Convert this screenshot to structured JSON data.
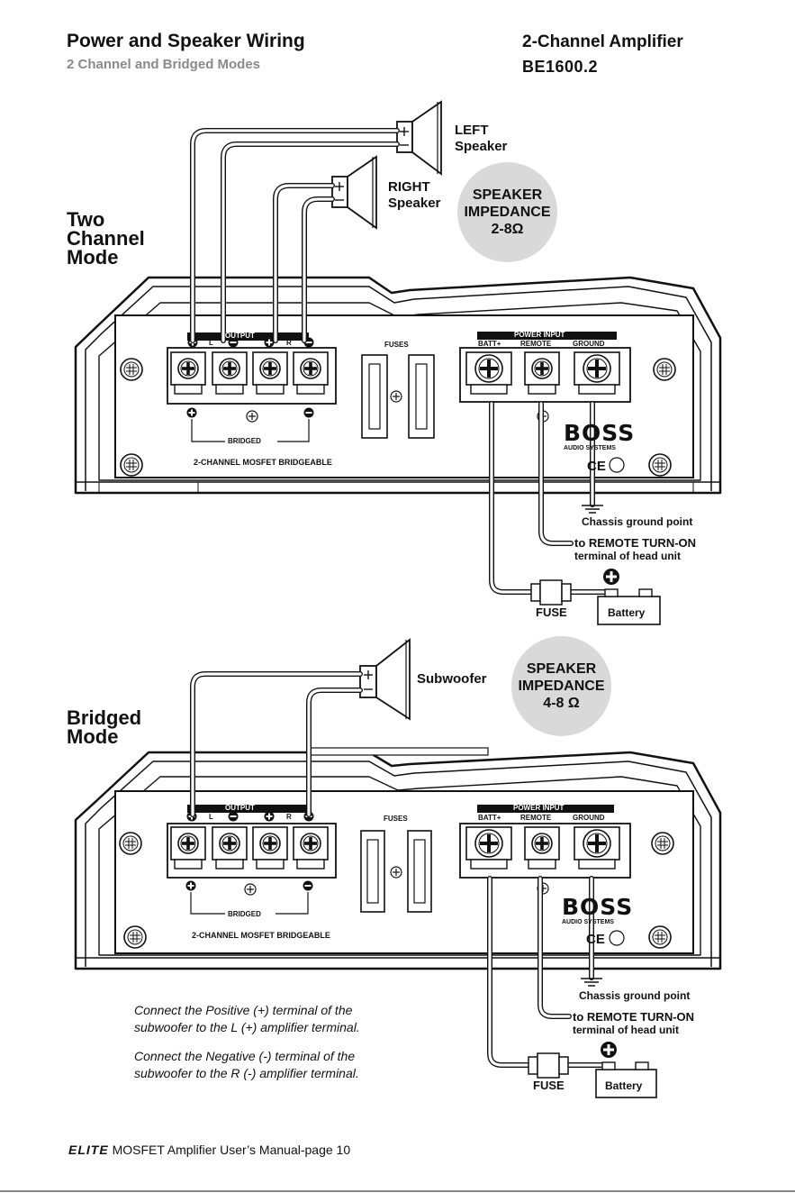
{
  "header": {
    "title": "Power and Speaker Wiring",
    "subtitle": "2 Channel and Bridged Modes",
    "product": "2-Channel Amplifier",
    "model": "BE1600.2"
  },
  "two_channel": {
    "mode_line1": "Two",
    "mode_line2": "Channel",
    "mode_line3": "Mode",
    "left_speaker_line1": "LEFT",
    "left_speaker_line2": "Speaker",
    "right_speaker_line1": "RIGHT",
    "right_speaker_line2": "Speaker",
    "impedance_line1": "SPEAKER",
    "impedance_line2": "IMPEDANCE",
    "impedance_value": "2-8Ω"
  },
  "bridged": {
    "mode_line1": "Bridged",
    "mode_line2": "Mode",
    "speaker": "Subwoofer",
    "impedance_line1": "SPEAKER",
    "impedance_line2": "IMPEDANCE",
    "impedance_value": "4-8 Ω"
  },
  "amp": {
    "output": "OUTPUT",
    "out_l": "L",
    "out_r": "R",
    "fuses": "FUSES",
    "power_input": "POWER INPUT",
    "batt": "BATT+",
    "remote": "REMOTE",
    "ground": "GROUND",
    "bridged": "BRIDGED",
    "mosfet": "2-CHANNEL MOSFET BRIDGEABLE",
    "brand": "BOSS",
    "brand_sub": "AUDIO SYSTEMS",
    "ce_mark": "CE"
  },
  "wiring": {
    "chassis": "Chassis ground point",
    "remote_line1": "to REMOTE TURN-ON",
    "remote_line2": "terminal of head unit",
    "fuse": "FUSE",
    "battery": "Battery"
  },
  "instructions": {
    "p1_line1": "Connect the Positive (+) terminal of the",
    "p1_line2": "subwoofer to the L (+) amplifier terminal.",
    "p2_line1": "Connect the Negative (-) terminal of the",
    "p2_line2": "subwoofer to the R (-) amplifier terminal."
  },
  "footer": {
    "brand": "ELITE",
    "text": "MOSFET Amplifier User’s Manual-page 10"
  }
}
